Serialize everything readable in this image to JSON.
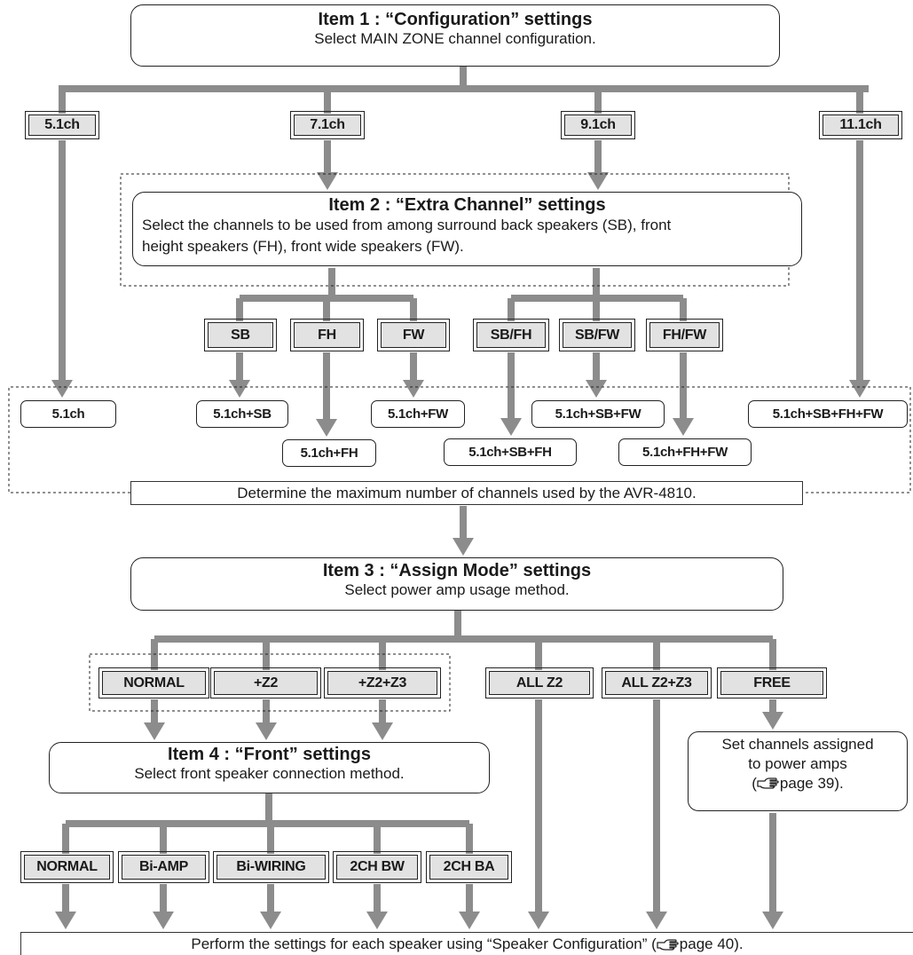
{
  "item1": {
    "title": "Item 1 : “Configuration” settings",
    "subtitle": "Select MAIN ZONE channel configuration."
  },
  "config_options": [
    "5.1ch",
    "7.1ch",
    "9.1ch",
    "11.1ch"
  ],
  "item2": {
    "title": "Item 2 : “Extra Channel” settings",
    "desc_line1": "Select the channels to be used from among surround back speakers (SB), front",
    "desc_line2": "height speakers (FH), front wide speakers (FW)."
  },
  "extra_options": [
    "SB",
    "FH",
    "FW",
    "SB/FH",
    "SB/FW",
    "FH/FW"
  ],
  "results": [
    "5.1ch",
    "5.1ch+SB",
    "5.1ch+FH",
    "5.1ch+FW",
    "5.1ch+SB+FH",
    "5.1ch+SB+FW",
    "5.1ch+FH+FW",
    "5.1ch+SB+FH+FW"
  ],
  "max_channels_note": "Determine the maximum number of channels used by the AVR-4810.",
  "item3": {
    "title": "Item 3 : “Assign Mode” settings",
    "subtitle": "Select power amp usage method."
  },
  "assign_options": [
    "NORMAL",
    "+Z2",
    "+Z2+Z3",
    "ALL Z2",
    "ALL Z2+Z3",
    "FREE"
  ],
  "item4": {
    "title": "Item 4 : “Front” settings",
    "subtitle": "Select front speaker connection method."
  },
  "front_options": [
    "NORMAL",
    "Bi-AMP",
    "Bi-WIRING",
    "2CH BW",
    "2CH BA"
  ],
  "free_note": {
    "line1": "Set channels assigned",
    "line2": "to power amps",
    "line3_pre": "(",
    "line3_post": "page 39)."
  },
  "final_note": {
    "pre": "Perform the settings for each speaker using “Speaker Configuration” (",
    "post": "page 40)."
  },
  "colors": {
    "connector": "#8c8c8c",
    "tag_fill": "#e2e2e2",
    "border": "#222222"
  }
}
